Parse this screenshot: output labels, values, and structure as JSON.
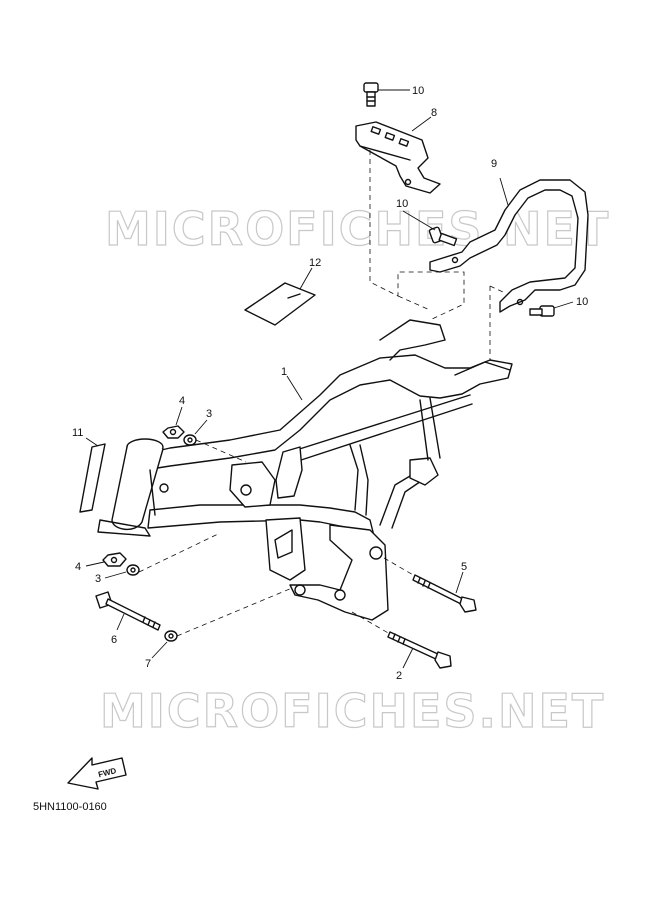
{
  "watermark": "MICROFICHES.NET",
  "catalog_code": "5HN1100-0160",
  "fwd_label": "FWD",
  "callouts": {
    "c1": "1",
    "c2": "2",
    "c3a": "3",
    "c3b": "3",
    "c4a": "4",
    "c4b": "4",
    "c5": "5",
    "c6": "6",
    "c7": "7",
    "c8": "8",
    "c9": "9",
    "c10a": "10",
    "c10b": "10",
    "c10c": "10",
    "c11": "11",
    "c12": "12"
  }
}
